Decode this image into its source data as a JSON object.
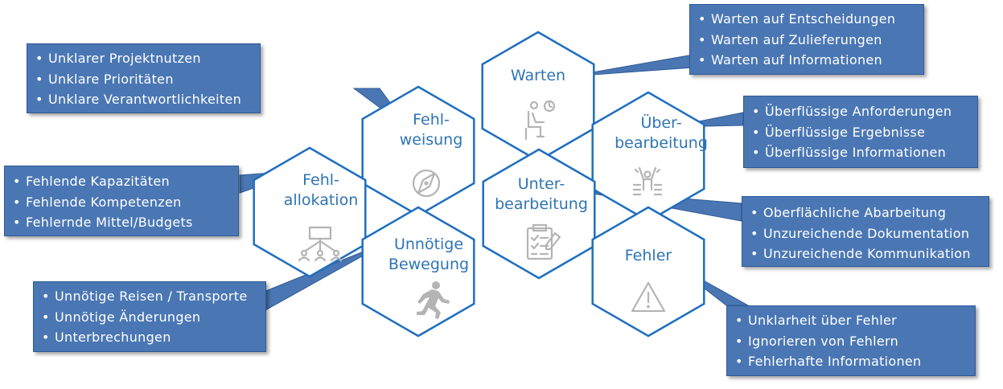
{
  "colors": {
    "hex_border": "#1f6fbf",
    "hex_fill": "#ffffff",
    "callout_fill": "#4a77b4",
    "label": "#2e74b5",
    "icon": "#b4b4b4"
  },
  "hexagons": [
    {
      "id": "warten",
      "label": "Warten",
      "icon": "person-waiting-clock-icon"
    },
    {
      "id": "fehlweisung",
      "label": "Fehl-\nweisung",
      "icon": "compass-icon"
    },
    {
      "id": "ueberbearbeitung",
      "label": "Über-\nbearbeitung",
      "icon": "person-with-money-stacks-icon"
    },
    {
      "id": "fehlallokation",
      "label": "Fehl-\nallokation",
      "icon": "org-chart-people-icon"
    },
    {
      "id": "unterbearbeitung",
      "label": "Unter-\nbearbeitung",
      "icon": "clipboard-checklist-icon"
    },
    {
      "id": "unnoetige-bewegung",
      "label": "Unnötige\nBewegung",
      "icon": "running-person-icon"
    },
    {
      "id": "fehler",
      "label": "Fehler",
      "icon": "warning-triangle-icon"
    }
  ],
  "callouts": [
    {
      "id": "warten",
      "items": [
        "Warten auf Entscheidungen",
        "Warten auf Zulieferungen",
        "Warten auf Informationen"
      ]
    },
    {
      "id": "fehlweisung",
      "items": [
        "Unklarer Projektnutzen",
        "Unklare Prioritäten",
        "Unklare Verantwortlichkeiten"
      ]
    },
    {
      "id": "ueberbearbeitung",
      "items": [
        "Überflüssige Anforderungen",
        "Überflüssige Ergebnisse",
        "Überflüssige Informationen"
      ]
    },
    {
      "id": "fehlallokation",
      "items": [
        "Fehlende Kapazitäten",
        "Fehlende Kompetenzen",
        "Fehlernde Mittel/Budgets"
      ]
    },
    {
      "id": "unterbearbeitung",
      "items": [
        "Oberflächliche Abarbeitung",
        "Unzureichende Dokumentation",
        "Unzureichende Kommunikation"
      ]
    },
    {
      "id": "unnoetige-bewegung",
      "items": [
        "Unnötige Reisen / Transporte",
        "Unnötige Änderungen",
        "Unterbrechungen"
      ]
    },
    {
      "id": "fehler",
      "items": [
        "Unklarheit über Fehler",
        "Ignorieren von Fehlern",
        "Fehlerhafte Informationen"
      ]
    }
  ]
}
